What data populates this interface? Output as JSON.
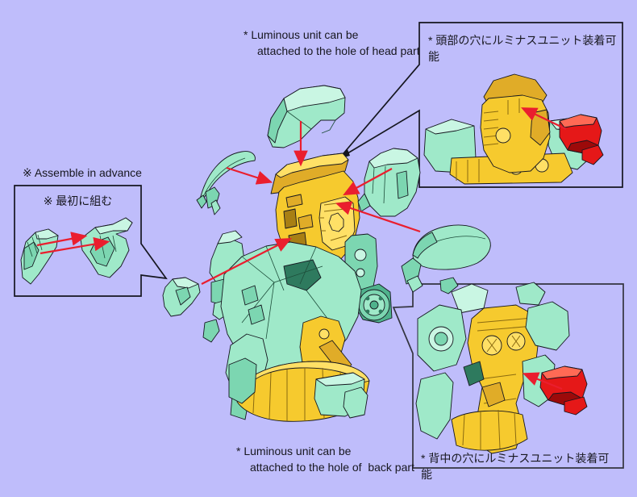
{
  "scene": {
    "title": "Model kit assembly instruction diagram",
    "figure": "Exploded view of mecha bust with luminous unit attachment points"
  },
  "annotations": {
    "head_note_en_l1": "* Luminous unit can be",
    "head_note_en_l2": "attached to the hole of head part",
    "head_note_jp": "* 頭部の穴にルミナスユニット装着可能",
    "assemble_note_en": "※ Assemble in advance",
    "assemble_note_jp": "※ 最初に組む",
    "back_note_en_l1": "* Luminous unit can be",
    "back_note_en_l2": "attached to the hole of  back part",
    "back_note_jp": "* 背中の穴にルミナスユニット装着可能"
  },
  "palette": {
    "bg": "#bfbdfb",
    "line": "#15161f",
    "mintL": "#c9f6e3",
    "mint": "#9fe9c9",
    "mintM": "#7cd6b1",
    "mintD": "#4fb28c",
    "mintX": "#2e7a5e",
    "yel": "#f6ca2e",
    "yelL": "#ffe066",
    "yelM": "#e0ac28",
    "yelD": "#a87f14",
    "red": "#e51818",
    "redL": "#ff6a55",
    "redD": "#9c0a0a",
    "arrow": "#ea1e2e"
  }
}
